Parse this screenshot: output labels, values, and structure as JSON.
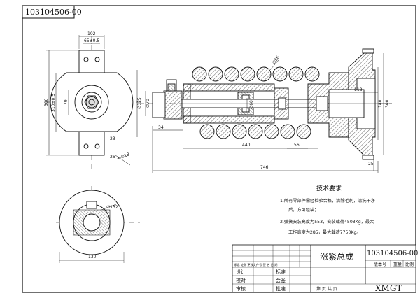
{
  "drawing_number": "103104506-00",
  "assembly_name": "涨紧总成",
  "company_mark": "XMGT",
  "technical_requirements": {
    "title": "技术要求",
    "line1": "1.所有零部件需经检验合格，清除毛刺，清洗干净",
    "line2": "后，方可组装；",
    "line3": "2.弹簧安装高度为553，安装载荷4503Kg，最大",
    "line4": "工作高度为285，最大载荷7750Kg。"
  },
  "title_block": {
    "version_label": "版本号",
    "weight_label": "重量",
    "scale_label": "比例",
    "design_label": "设计",
    "check_label": "校对",
    "review_label": "审核",
    "standardize_label": "标准",
    "countersign_label": "会签",
    "approve_label": "批准",
    "sheets_label": "第 页 共 页",
    "revision_header": "标记 处数 更改文件号 签 名 日 期"
  },
  "dimensions": {
    "front_top_width": "102",
    "front_top_inner": "65±0.5",
    "front_height": "300",
    "front_inner_height": "310±0.5",
    "front_left_1": "79",
    "front_holes": "4-∅18",
    "front_side": "26",
    "front_bottom": "23",
    "section_spring_dia": "∅56",
    "section_left_dia": "∅125",
    "section_dia_a": "∅70",
    "section_dia_b": "∅60",
    "section_34": "34",
    "section_440": "440",
    "section_56": "56",
    "section_746": "746",
    "section_118": "118",
    "section_180": "180",
    "section_300": "300",
    "section_25": "25",
    "bottom_dia": "∅132",
    "bottom_width": "130"
  }
}
